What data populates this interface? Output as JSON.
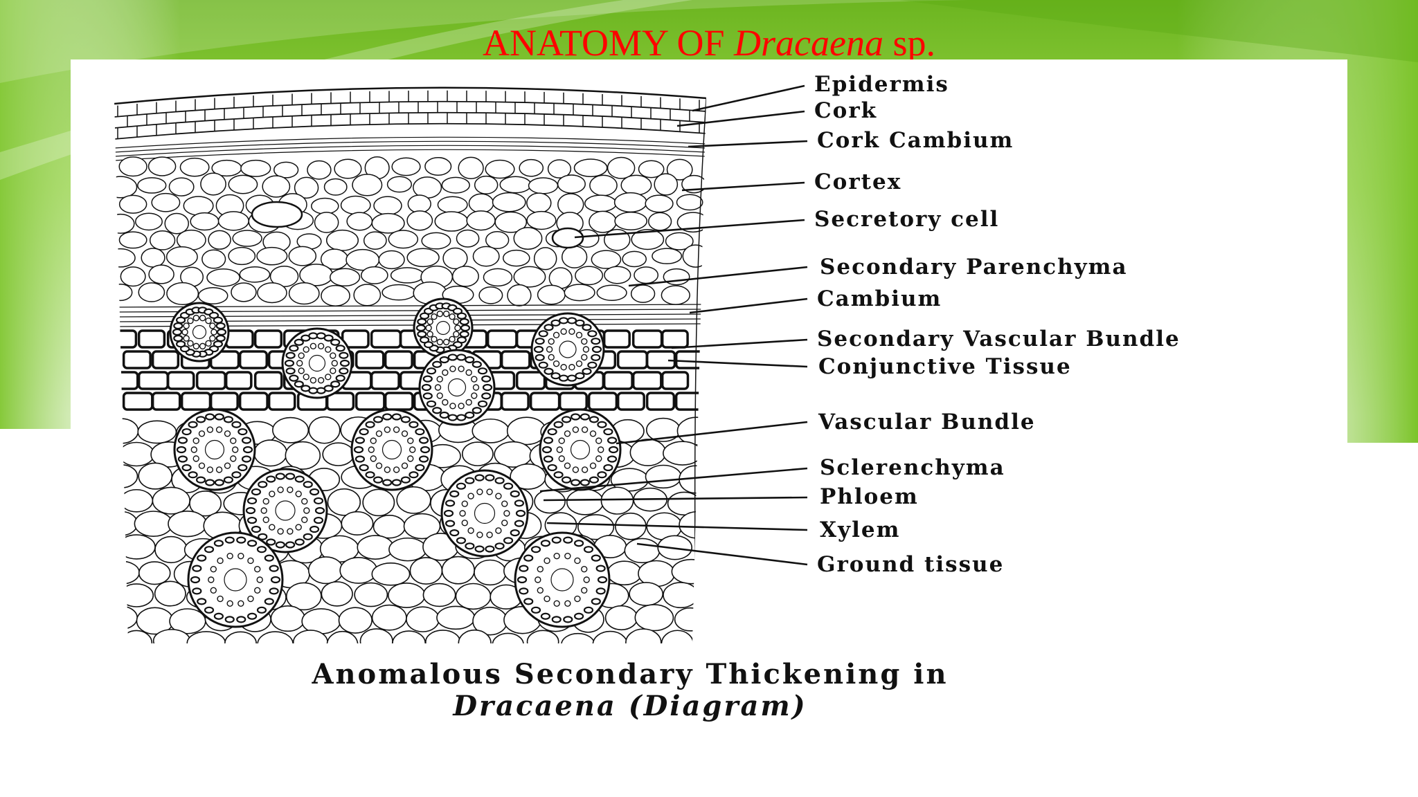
{
  "slide": {
    "title_prefix": "ANATOMY OF ",
    "title_genus": "Dracaena",
    "title_suffix": " sp."
  },
  "labels": [
    {
      "id": "epidermis",
      "text": "Epidermis"
    },
    {
      "id": "cork",
      "text": "Cork"
    },
    {
      "id": "cork-cambium",
      "text": "Cork Cambium"
    },
    {
      "id": "cortex",
      "text": "Cortex"
    },
    {
      "id": "secretory-cell",
      "text": "Secretory cell"
    },
    {
      "id": "secondary-parenchyma",
      "text": "Secondary Parenchyma"
    },
    {
      "id": "cambium",
      "text": "Cambium"
    },
    {
      "id": "secondary-vascular-bundle",
      "text": "Secondary Vascular Bundle"
    },
    {
      "id": "conjunctive-tissue",
      "text": "Conjunctive Tissue"
    },
    {
      "id": "vascular-bundle",
      "text": "Vascular Bundle"
    },
    {
      "id": "sclerenchyma",
      "text": "Sclerenchyma"
    },
    {
      "id": "phloem",
      "text": "Phloem"
    },
    {
      "id": "xylem",
      "text": "Xylem"
    },
    {
      "id": "ground-tissue",
      "text": "Ground tissue"
    }
  ],
  "caption": {
    "line1": "Anomalous Secondary Thickening in",
    "line2": "Dracaena (Diagram)"
  },
  "colors": {
    "title": "#ff0000",
    "background_green": "#7cc42a",
    "ink": "#111111"
  }
}
